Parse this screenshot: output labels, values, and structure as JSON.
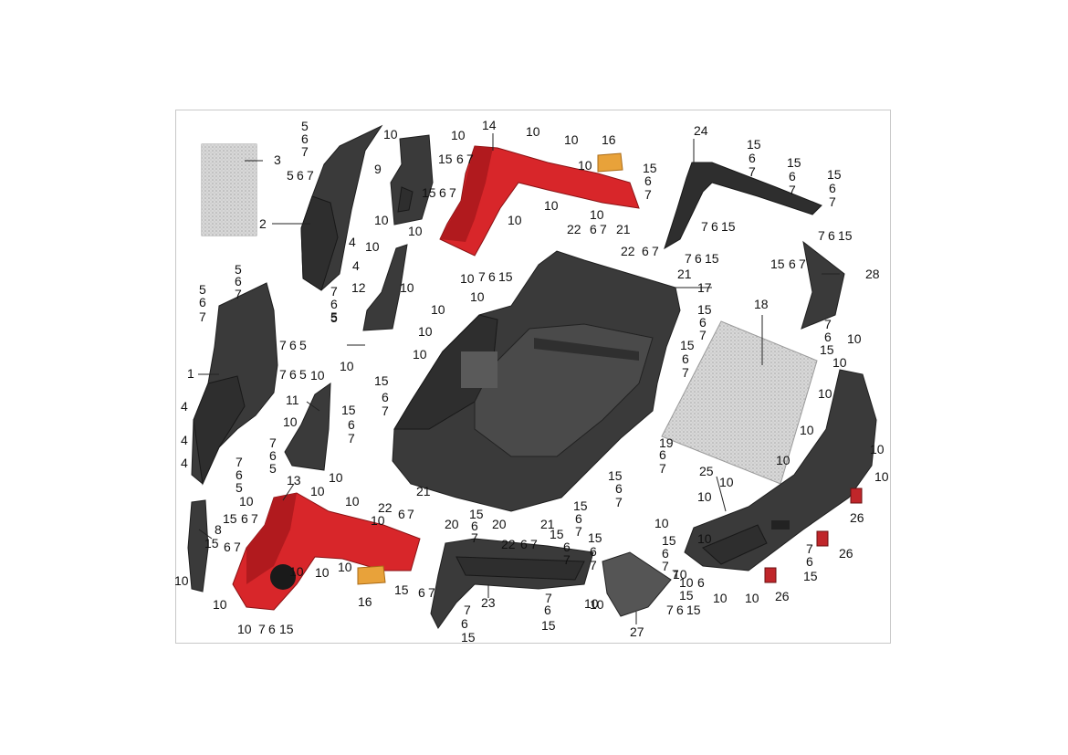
{
  "diagram": {
    "colors": {
      "plastic_dark": "#3a3a3a",
      "plastic_red": "#d8262a",
      "reflector_orange": "#e8a23a",
      "reflector_red": "#c0262a",
      "foam": "#d4d4d4",
      "frame_border": "#c8c8c8"
    },
    "parts": [
      {
        "id": "1"
      },
      {
        "id": "2"
      },
      {
        "id": "3"
      },
      {
        "id": "4"
      },
      {
        "id": "8"
      },
      {
        "id": "9"
      },
      {
        "id": "11"
      },
      {
        "id": "12"
      },
      {
        "id": "13"
      },
      {
        "id": "14"
      },
      {
        "id": "16"
      },
      {
        "id": "17"
      },
      {
        "id": "18"
      },
      {
        "id": "23"
      },
      {
        "id": "24"
      },
      {
        "id": "25"
      },
      {
        "id": "26"
      },
      {
        "id": "27"
      },
      {
        "id": "28"
      }
    ],
    "labels": [
      "5",
      "6",
      "7",
      "3",
      "5",
      "6",
      "7",
      "2",
      "4",
      "4",
      "5",
      "6",
      "7",
      "5",
      "6",
      "7",
      "5",
      "7",
      "6",
      "5",
      "10",
      "10",
      "9",
      "10",
      "10",
      "12",
      "10",
      "10",
      "14",
      "10",
      "10",
      "15",
      "6",
      "7",
      "15",
      "6",
      "7",
      "10",
      "10",
      "10",
      "16",
      "10",
      "15",
      "6",
      "7",
      "24",
      "15",
      "6",
      "7",
      "15",
      "6",
      "7",
      "15",
      "6",
      "7",
      "7",
      "6",
      "15",
      "7",
      "6",
      "15",
      "7",
      "6",
      "15",
      "22",
      "6",
      "7",
      "21",
      "22",
      "6",
      "7",
      "21",
      "10",
      "7",
      "6",
      "15",
      "10",
      "17",
      "10",
      "10",
      "10",
      "15",
      "6",
      "7",
      "28",
      "15",
      "6",
      "7",
      "18",
      "7",
      "6",
      "15",
      "15",
      "6",
      "7",
      "10",
      "10",
      "1",
      "7",
      "6",
      "5",
      "7",
      "6",
      "5",
      "10",
      "10",
      "10",
      "11",
      "15",
      "6",
      "7",
      "15",
      "6",
      "7",
      "4",
      "4",
      "4",
      "10",
      "7",
      "6",
      "5",
      "7",
      "6",
      "5",
      "10",
      "19",
      "6",
      "7",
      "10",
      "10",
      "10",
      "10",
      "10",
      "13",
      "10",
      "10",
      "8",
      "15",
      "6",
      "7",
      "15",
      "6",
      "7",
      "10",
      "10",
      "10",
      "10",
      "10",
      "10",
      "16",
      "22",
      "6",
      "7",
      "21",
      "20",
      "15",
      "6",
      "7",
      "20",
      "22",
      "6",
      "7",
      "21",
      "15",
      "6",
      "7",
      "15",
      "6",
      "7",
      "15",
      "6",
      "7",
      "15",
      "6",
      "7",
      "15",
      "6",
      "7",
      "10",
      "15",
      "6",
      "7",
      "25",
      "10",
      "10",
      "10",
      "10",
      "10",
      "10",
      "26",
      "26",
      "26",
      "7",
      "6",
      "15",
      "15",
      "6",
      "7",
      "23",
      "7",
      "6",
      "15",
      "7",
      "6",
      "15",
      "10",
      "27",
      "7",
      "6",
      "15",
      "10",
      "7",
      "6",
      "15",
      "10",
      "10",
      "15",
      "6",
      "7"
    ]
  }
}
